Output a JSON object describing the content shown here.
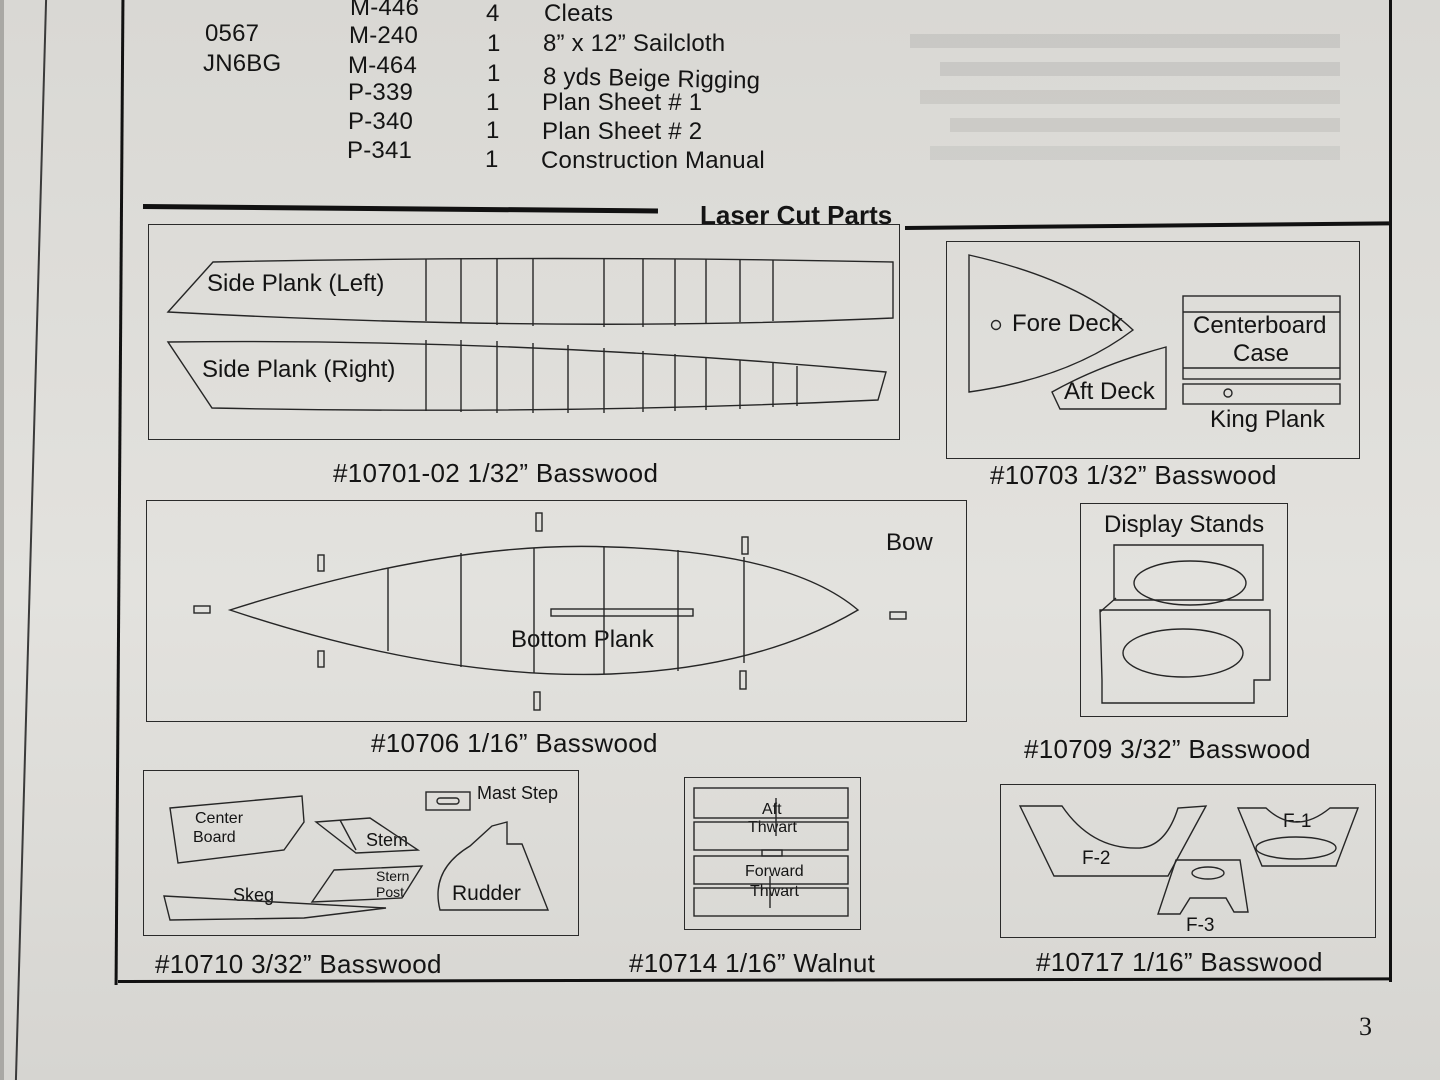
{
  "inventory": {
    "left_codes": [
      "0567",
      "JN6BG"
    ],
    "rows": [
      {
        "part": "M-446",
        "qty": "4",
        "desc": "Cleats"
      },
      {
        "part": "M-240",
        "qty": "1",
        "desc": "8” x 12” Sailcloth"
      },
      {
        "part": "M-464",
        "qty": "1",
        "desc": "8 yds Beige Rigging"
      },
      {
        "part": "P-339",
        "qty": "1",
        "desc": "Plan Sheet # 1"
      },
      {
        "part": "P-340",
        "qty": "1",
        "desc": "Plan Sheet # 2"
      },
      {
        "part": "P-341",
        "qty": "1",
        "desc": "Construction Manual"
      }
    ]
  },
  "section_title": "Laser Cut Parts",
  "sheets": {
    "s10701": {
      "caption": "#10701-02 1/32” Basswood",
      "parts": {
        "left": "Side Plank (Left)",
        "right": "Side Plank (Right)"
      }
    },
    "s10703": {
      "caption": "#10703 1/32” Basswood",
      "parts": {
        "fore_deck": "Fore Deck",
        "aft_deck": "Aft Deck",
        "centerboard_case_1": "Centerboard",
        "centerboard_case_2": "Case",
        "king_plank": "King Plank"
      }
    },
    "s10706": {
      "caption": "#10706 1/16” Basswood",
      "parts": {
        "bow": "Bow",
        "bottom_plank": "Bottom Plank"
      }
    },
    "s10709": {
      "caption": "#10709 3/32” Basswood",
      "parts": {
        "display_stands": "Display Stands"
      }
    },
    "s10710": {
      "caption": "#10710 3/32” Basswood",
      "parts": {
        "center_board_1": "Center",
        "center_board_2": "Board",
        "mast_step": "Mast Step",
        "stem": "Stem",
        "stern_post_1": "Stern",
        "stern_post_2": "Post",
        "skeg": "Skeg",
        "rudder": "Rudder"
      }
    },
    "s10714": {
      "caption": "#10714 1/16” Walnut",
      "parts": {
        "aft_thwart_1": "Aft",
        "aft_thwart_2": "Thwart",
        "fwd_thwart_1": "Forward",
        "fwd_thwart_2": "Thwart"
      }
    },
    "s10717": {
      "caption": "#10717 1/16” Basswood",
      "parts": {
        "f1": "F-1",
        "f2": "F-2",
        "f3": "F-3"
      }
    }
  },
  "page_number": "3"
}
